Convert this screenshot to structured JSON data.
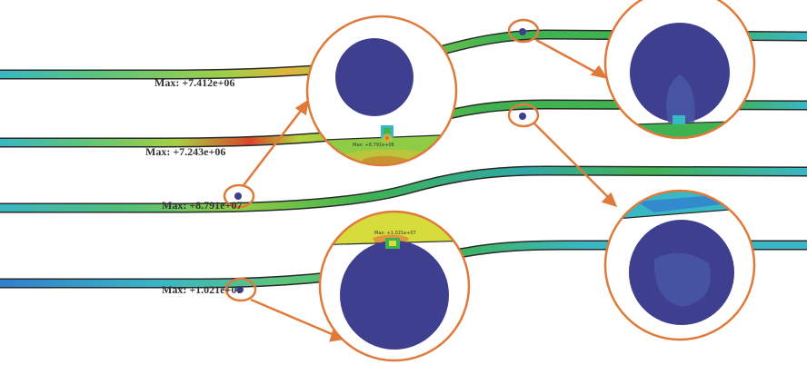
{
  "figure": {
    "max_labels": [
      {
        "id": "pipe-1",
        "text": "Max: +7.412e+06"
      },
      {
        "id": "pipe-2",
        "text": "Max: +7.243e+06"
      },
      {
        "id": "pipe-3",
        "text": "Max: +8.791e+07"
      },
      {
        "id": "pipe-4",
        "text": "Max: +1.021e+07"
      }
    ],
    "zoom_labels": [
      {
        "id": "zoom-pipe-2",
        "text": "Max: +8.791e+06"
      },
      {
        "id": "zoom-pipe-4",
        "text": "Max: +1.021e+07"
      }
    ]
  },
  "colors": {
    "pipe_green": "#3fb34f",
    "pipe_cyan": "#38b7c4",
    "pipe_blue": "#2f7fcf",
    "hot_yellow": "#d7d43a",
    "hot_red": "#d9452a",
    "ball_blue": "#3f3f8f",
    "callout_orange": "#e07a3a"
  }
}
